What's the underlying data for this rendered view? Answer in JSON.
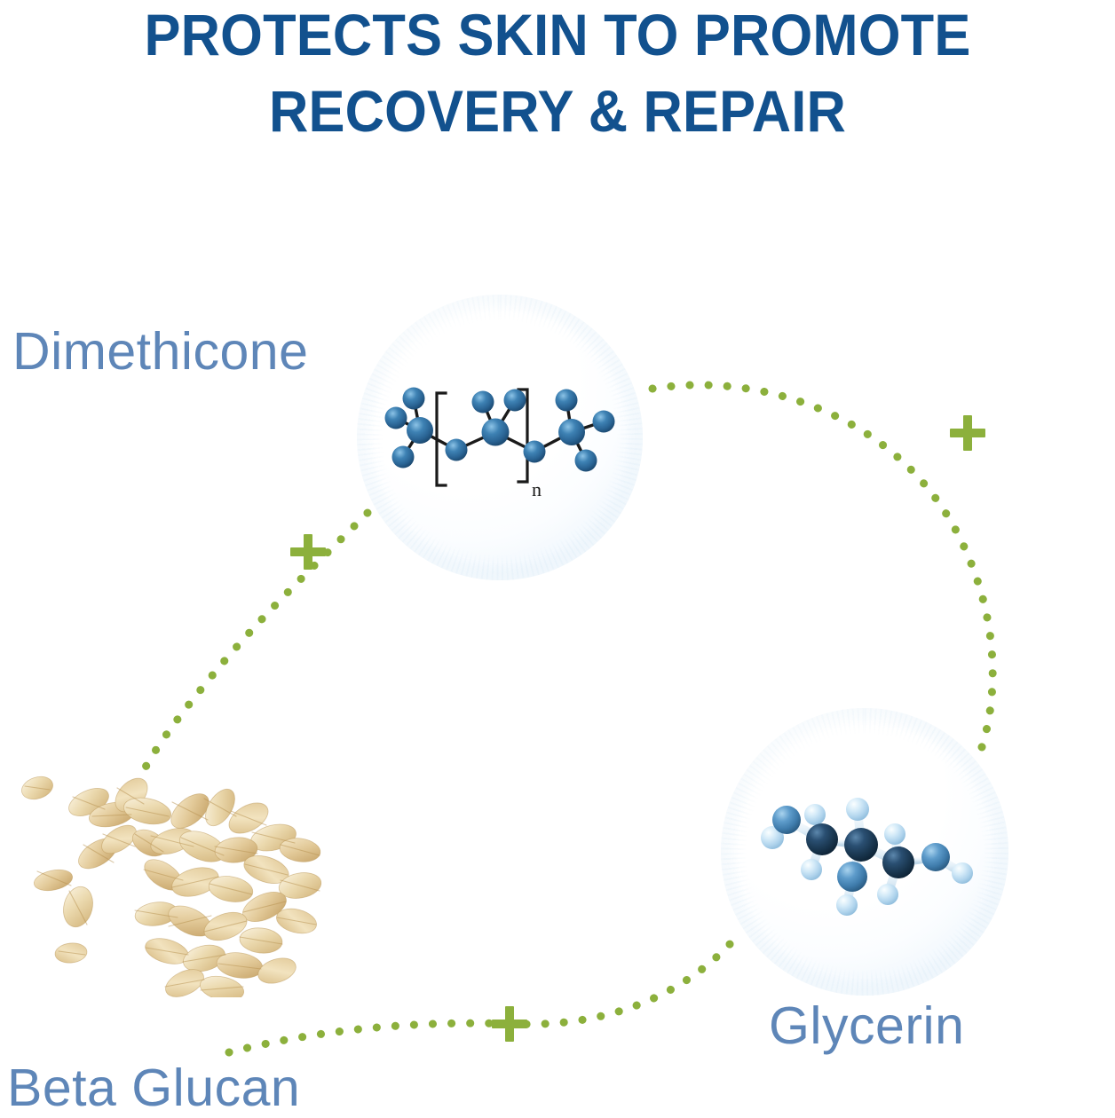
{
  "headline": {
    "line1": "PROTECTS SKIN TO PROMOTE",
    "line2": "RECOVERY & REPAIR",
    "color": "#12518E"
  },
  "labels": {
    "dimethicone": "Dimethicone",
    "glycerin": "Glycerin",
    "beta_glucan": "Beta Glucan",
    "color": "#5E86B8"
  },
  "molecules": {
    "dimethicone": {
      "name": "dimethicone-polymer-structure",
      "repeat_subscript": "n",
      "atom_color": "#2E6C9E",
      "bond_color": "#1A1A1A",
      "style": "2d-ball-and-stick"
    },
    "glycerin": {
      "name": "glycerin-3d-molecule",
      "carbon_color": "#1D3E5C",
      "oxygen_color": "#4E92C4",
      "hydrogen_color": "#BFDCF0",
      "bond_color": "#DCEAF5",
      "style": "3d-ball-and-stick"
    }
  },
  "bubbles": {
    "dimethicone": "bubble-dimethicone",
    "glycerin": "bubble-glycerin",
    "rim_color": "#B4D6EE",
    "fill_color": "#FFFFFF"
  },
  "oats": {
    "name": "oat-flakes-photo",
    "alt": "Rolled oat flakes",
    "palette": [
      "#F5EAD2",
      "#E8D4A6",
      "#D9BE85",
      "#C8A867",
      "#FBF6E8"
    ]
  },
  "connectors": {
    "color": "#8CB03C",
    "dot_style": "dotted",
    "arcs": [
      {
        "name": "arc-dimethicone-to-glycerin",
        "from": "dimethicone",
        "to": "glycerin"
      },
      {
        "name": "arc-dimethicone-to-beta-glucan",
        "from": "dimethicone",
        "to": "beta_glucan"
      },
      {
        "name": "arc-beta-glucan-to-glycerin",
        "from": "beta_glucan",
        "to": "glycerin"
      }
    ],
    "plus_signs": [
      {
        "name": "plus-left",
        "symbol": "+"
      },
      {
        "name": "plus-right",
        "symbol": "+"
      },
      {
        "name": "plus-bottom",
        "symbol": "+"
      }
    ]
  }
}
